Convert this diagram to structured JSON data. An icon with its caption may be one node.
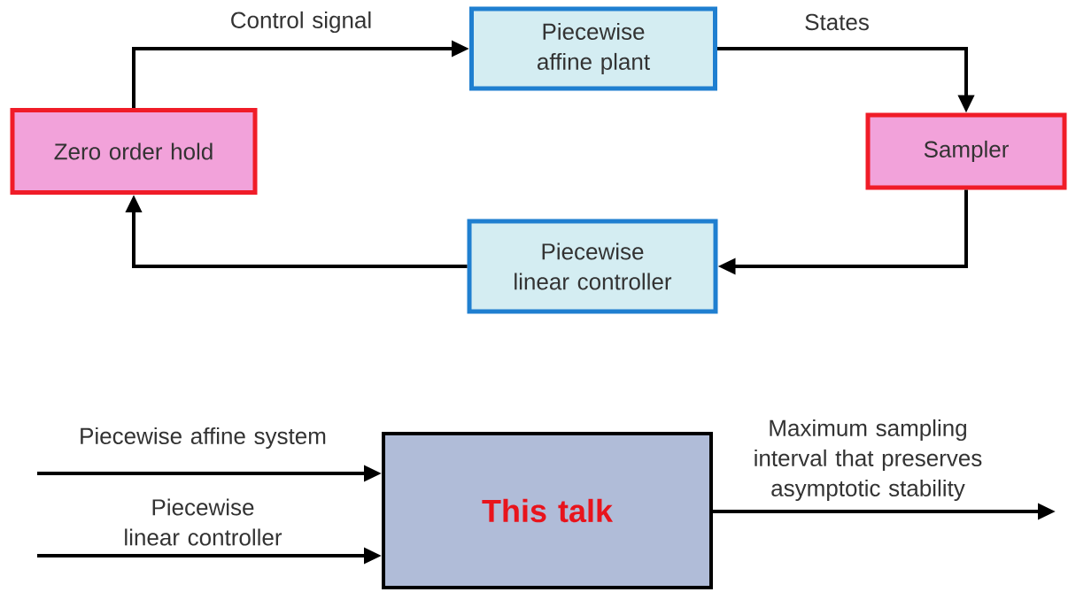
{
  "diagram": {
    "nodes": [
      {
        "text": [
          "Piecewise affine plant"
        ]
      },
      {
        "text": [
          "Zero order hold"
        ]
      },
      {
        "text": [
          "Sampler"
        ]
      },
      {
        "text": [
          "Piecewise linear controller"
        ]
      },
      {
        "text": [
          "This talk"
        ]
      }
    ],
    "edges": [
      {
        "from": 1,
        "to": 0,
        "arrow": "to",
        "label": "Control signal"
      },
      {
        "from": 0,
        "to": 2,
        "arrow": "to",
        "label": "States"
      },
      {
        "from": 2,
        "to": 3,
        "arrow": "to"
      },
      {
        "from": 3,
        "to": 1,
        "arrow": "to"
      },
      {
        "from": null,
        "to": 4,
        "arrow": "to",
        "label": "Piecewise affine system"
      },
      {
        "from": null,
        "to": 4,
        "arrow": "to",
        "label": "Piecewise linear controller"
      },
      {
        "from": 4,
        "to": null,
        "arrow": "to",
        "label": "Maximum sampling interval that preserves asymptotic stability"
      }
    ]
  }
}
